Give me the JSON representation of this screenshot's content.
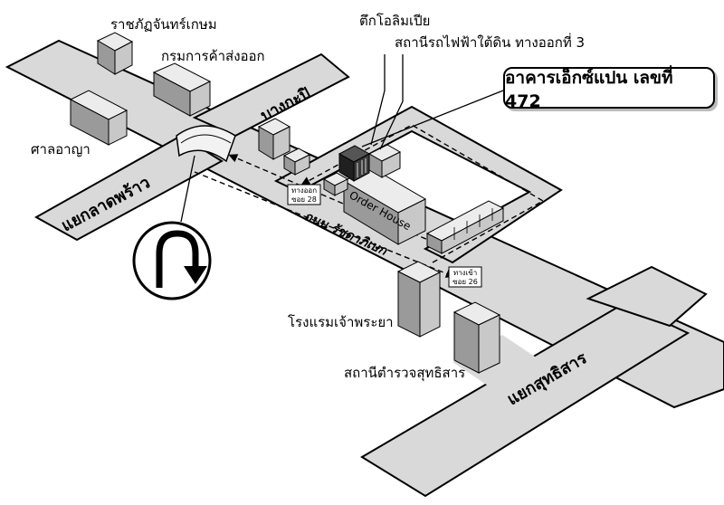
{
  "labels": {
    "rajabhat": "ราชภัฏจันทร์เกษม",
    "export_dept": "กรมการค้าส่งออก",
    "court": "ศาลอาญา",
    "olympia": "ตึกโอลิมเปีย",
    "mrt_exit": "สถานีรถไฟฟ้าใต้ดิน ทางออกที่ 3",
    "bang_kapi": "บางกะปิ",
    "lat_phrao": "แยกลาดพร้าว",
    "ratchada": "ถนน รัชดาภิเษก",
    "order_house": "Order House",
    "chaophraya_hotel": "โรงแรมเจ้าพระยา",
    "police": "สถานีตำรวจสุทธิสาร",
    "sutthisan": "แยกสุทธิสาร"
  },
  "callout": {
    "text": "อาคารเอ็กซ์แปน เลขที่ 472"
  },
  "signs": {
    "soi28_line1": "ทางออก",
    "soi28_line2": "ซอย 28",
    "soi26_line1": "ทางเข้า",
    "soi26_line2": "ซอย 26"
  },
  "icons": {
    "u_turn": "u-turn-icon"
  },
  "colors": {
    "road": "#d9d9d9",
    "road_edge": "#000000",
    "building_top": "#ececec",
    "building_side": "#9a9a9a",
    "building_dark": "#202020"
  }
}
